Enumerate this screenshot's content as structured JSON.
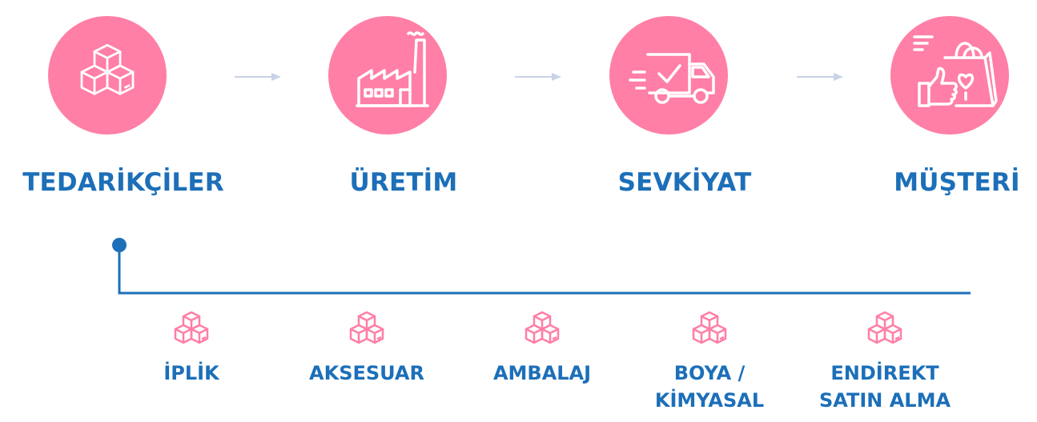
{
  "colors": {
    "accent_pink": "#ff7fa6",
    "brand_blue": "#1c6fb8",
    "arrow_gray": "#c9d3e6"
  },
  "stages": [
    {
      "label": "TEDARİKÇİLER",
      "icon": "boxes-icon"
    },
    {
      "label": "ÜRETİM",
      "icon": "factory-icon"
    },
    {
      "label": "SEVKİYAT",
      "icon": "delivery-truck-icon"
    },
    {
      "label": "MÜŞTERİ",
      "icon": "shopping-bag-icon"
    }
  ],
  "sub_items": [
    {
      "line1": "İPLİK",
      "line2": "",
      "icon": "boxes-icon"
    },
    {
      "line1": "AKSESUAR",
      "line2": "",
      "icon": "boxes-icon"
    },
    {
      "line1": "AMBALAJ",
      "line2": "",
      "icon": "boxes-icon"
    },
    {
      "line1": "BOYA /",
      "line2": "KİMYASAL",
      "icon": "boxes-icon"
    },
    {
      "line1": "ENDİREKT",
      "line2": "SATIN ALMA",
      "icon": "boxes-icon"
    }
  ]
}
